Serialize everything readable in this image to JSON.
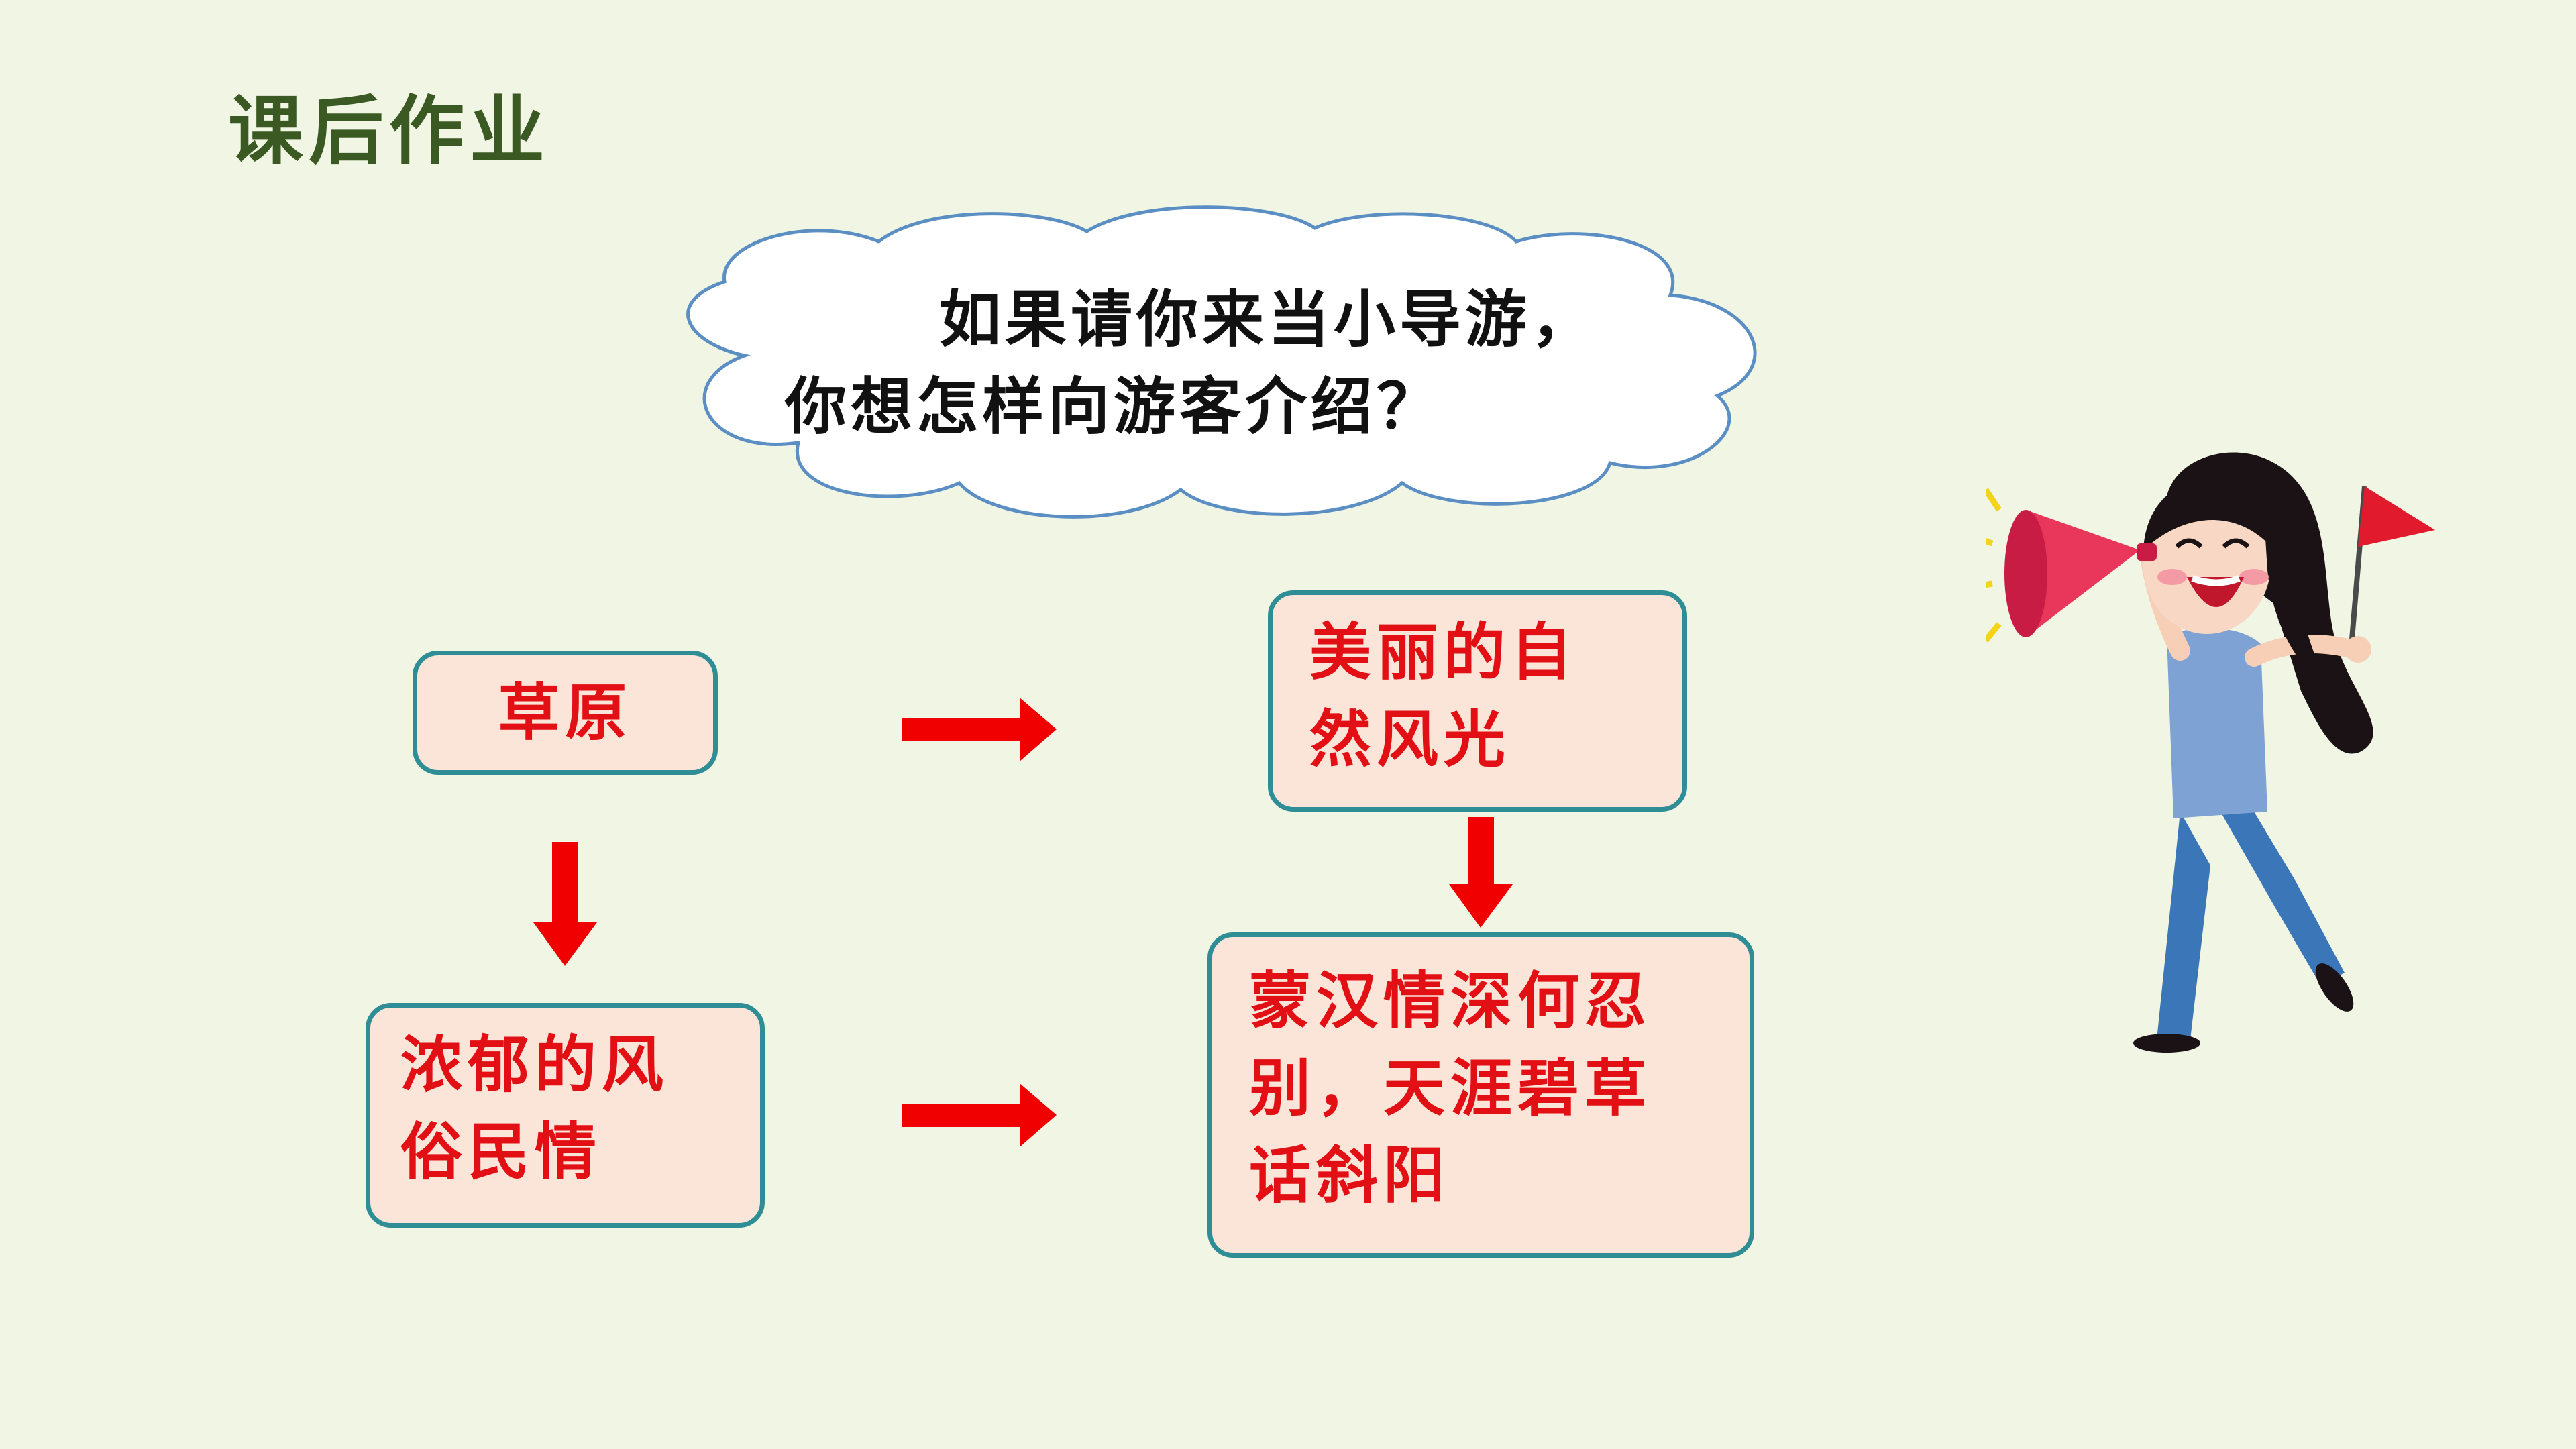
{
  "slide": {
    "title": "课后作业",
    "cloud": {
      "line1": "如果请你来当小导游，",
      "line2": "你想怎样向游客介绍？"
    },
    "nodes": {
      "grassland": "草原",
      "scenery": "美丽的自\n然风光",
      "customs": "浓郁的风\n俗民情",
      "farewell": "蒙汉情深何忍\n别，天涯碧草\n话斜阳"
    }
  },
  "colors": {
    "background": "#f1f5e3",
    "title": "#3b5a23",
    "box_fill": "#fbe4d8",
    "box_border": "#2f8e95",
    "box_text": "#e20f14",
    "arrow": "#f00000",
    "cloud_fill": "#ffffff",
    "cloud_border": "#5b8fc4"
  },
  "icons": {
    "guide": "tour-guide-girl-with-megaphone-and-flag"
  }
}
